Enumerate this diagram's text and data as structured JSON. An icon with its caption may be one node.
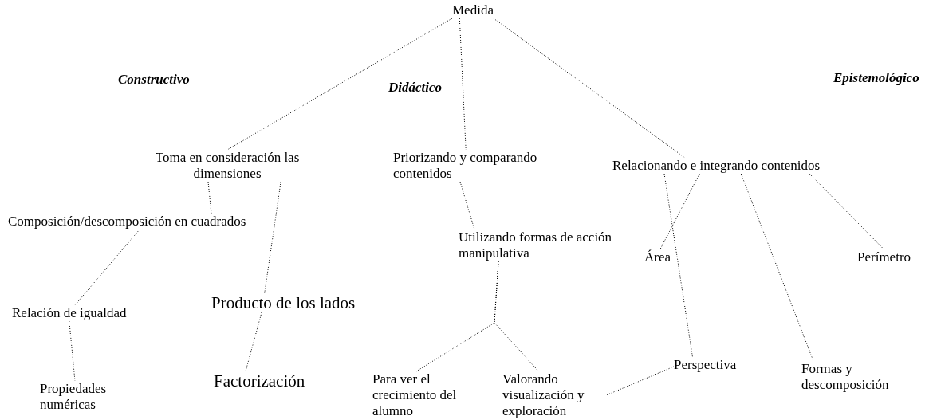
{
  "diagram": {
    "nodes": [
      {
        "text": [
          "Medida"
        ]
      },
      {
        "text": [
          "Toma en consideración las dimensiones"
        ]
      },
      {
        "text": [
          "Priorizando y comparando contenidos"
        ]
      },
      {
        "text": [
          "Relacionando e integrando contenidos"
        ]
      },
      {
        "text": [
          "Composición/descomposición en cuadrados"
        ]
      },
      {
        "text": [
          "Producto de los lados"
        ]
      },
      {
        "text": [
          "Utilizando formas de acción manipulativa"
        ]
      },
      {
        "text": [
          "Área"
        ]
      },
      {
        "text": [
          "Perímetro"
        ]
      },
      {
        "text": [
          "Relación de igualdad"
        ]
      },
      {
        "text": [
          "Factorización"
        ]
      },
      {
        "text": [
          "Para ver el crecimiento del alumno"
        ]
      },
      {
        "text": [
          "Valorando visualización y exploración"
        ]
      },
      {
        "text": [
          "Perspectiva"
        ]
      },
      {
        "text": [
          "Formas y descomposición"
        ]
      },
      {
        "text": [
          "Propiedades numéricas"
        ]
      }
    ],
    "edges": [
      {
        "from": 0,
        "to": 1,
        "arrow": "none"
      },
      {
        "from": 0,
        "to": 2,
        "arrow": "none"
      },
      {
        "from": 0,
        "to": 3,
        "arrow": "none"
      },
      {
        "from": 1,
        "to": 4,
        "arrow": "none"
      },
      {
        "from": 1,
        "to": 5,
        "arrow": "none"
      },
      {
        "from": 2,
        "to": 6,
        "arrow": "none"
      },
      {
        "from": 4,
        "to": 9,
        "arrow": "none"
      },
      {
        "from": 9,
        "to": 15,
        "arrow": "none"
      },
      {
        "from": 5,
        "to": 10,
        "arrow": "none"
      },
      {
        "from": 6,
        "to": 11,
        "arrow": "none"
      },
      {
        "from": 6,
        "to": 12,
        "arrow": "none"
      },
      {
        "from": 3,
        "to": 7,
        "arrow": "none"
      },
      {
        "from": 3,
        "to": 8,
        "arrow": "none"
      },
      {
        "from": 3,
        "to": 13,
        "arrow": "none"
      },
      {
        "from": 3,
        "to": 14,
        "arrow": "none"
      },
      {
        "from": 13,
        "to": 12,
        "arrow": "none"
      }
    ],
    "labels": [
      "Constructivo",
      "Didáctico",
      "Epistemológico"
    ]
  }
}
